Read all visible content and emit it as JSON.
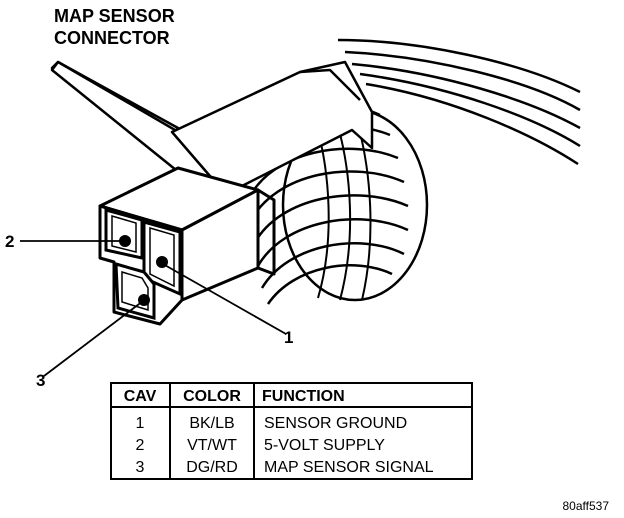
{
  "title": {
    "line1": "MAP SENSOR",
    "line2": "CONNECTOR"
  },
  "callouts": [
    {
      "id": "1",
      "label": "1"
    },
    {
      "id": "2",
      "label": "2"
    },
    {
      "id": "3",
      "label": "3"
    }
  ],
  "table": {
    "headers": [
      "CAV",
      "COLOR",
      "FUNCTION"
    ],
    "rows": [
      [
        "1",
        "BK/LB",
        "SENSOR GROUND"
      ],
      [
        "2",
        "VT/WT",
        "5-VOLT SUPPLY"
      ],
      [
        "3",
        "DG/RD",
        "MAP SENSOR SIGNAL"
      ]
    ]
  },
  "reference_code": "80aff537",
  "colors": {
    "ink": "#000000",
    "paper": "#ffffff"
  }
}
